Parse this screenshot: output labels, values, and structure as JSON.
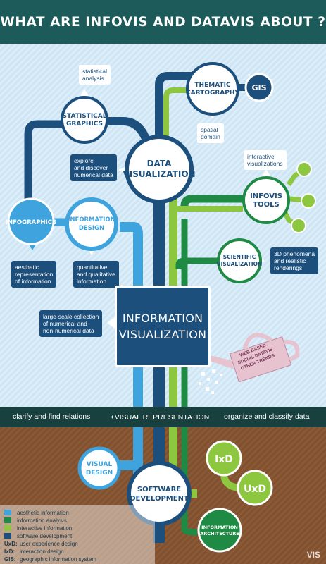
{
  "title": "WHAT ARE INFOVIS AND DATAVIS ABOUT ?",
  "nodes": {
    "thematic_cartography": [
      "THEMATIC",
      "CARTOGRAPHY"
    ],
    "gis": "GIS",
    "statistical_graphics": [
      "STATISTICAL",
      "GRAPHICS"
    ],
    "data_visualization": [
      "DATA",
      "VISUALIZATION"
    ],
    "infovis_tools": [
      "INFOVIS",
      "TOOLS"
    ],
    "infographics": "INFOGRAPHICS",
    "information_design": [
      "INFORMATION",
      "DESIGN"
    ],
    "scientific_visualization": [
      "SCIENTIFIC",
      "VISUALIZATION"
    ],
    "information_visualization": [
      "INFORMATION",
      "VISUALIZATION"
    ],
    "visual_design": [
      "VISUAL",
      "DESIGN"
    ],
    "software_development": [
      "SOFTWARE",
      "DEVELOPMENT"
    ],
    "ixd": "IxD",
    "uxd": "UxD",
    "information_architecture": [
      "INFORMATION",
      "ARCHITECTURE"
    ]
  },
  "notes": {
    "statistical_analysis": [
      "statistical",
      "analysis"
    ],
    "spatial_domain": [
      "spatial",
      "domain"
    ],
    "explore_numerical": [
      "explore",
      "and discover",
      "numerical data"
    ],
    "interactive_visualizations": [
      "interactive",
      "visualizations"
    ],
    "aesthetic_representation": [
      "aesthetic",
      "representation",
      "of information"
    ],
    "quantitative_qualitative": [
      "quantitative",
      "and qualitative",
      "information"
    ],
    "phenomena": [
      "3D phenomena",
      "and realistic",
      "renderings"
    ],
    "large_scale": [
      "large-scale collection",
      "of numerical and",
      "non-numerical data"
    ]
  },
  "watering_can": [
    "WEB BASED",
    "SOCIAL DATAVIS",
    "OTHER TRENDS"
  ],
  "band": {
    "left": "clarify and find relations",
    "center": "VISUAL REPRESENTATION",
    "right": "organize and classify data"
  },
  "legend": [
    {
      "label": "aesthetic information",
      "color": "#3fa3de"
    },
    {
      "label": "information analysis",
      "color": "#1f8a43"
    },
    {
      "label": "interactive information",
      "color": "#8dc63f"
    },
    {
      "label": "software development",
      "color": "#1c4f7c"
    }
  ],
  "abbreviations": [
    {
      "abbr": "UxD:",
      "text": "user experience design"
    },
    {
      "abbr": "IxD:",
      "text": "interaction design"
    },
    {
      "abbr": "GIS:",
      "text": "geographic information system"
    }
  ],
  "logo": "VIS",
  "colors": {
    "navy": "#1c4f7c",
    "light_blue": "#3fa3de",
    "green": "#1f8a43",
    "lime": "#8dc63f",
    "title_bg": "#1d5b5a"
  }
}
